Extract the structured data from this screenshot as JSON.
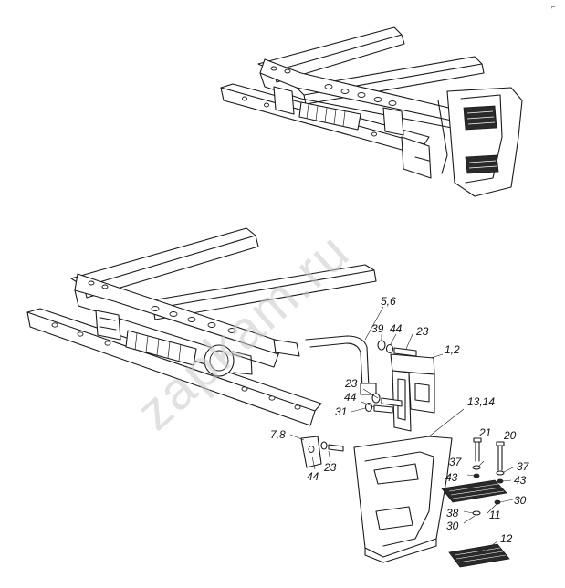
{
  "watermark": "zapkam.ru",
  "corner_mark": "⌐",
  "callouts": [
    {
      "id": "c-5-6",
      "text": "5,6"
    },
    {
      "id": "c-39",
      "text": "39"
    },
    {
      "id": "c-44a",
      "text": "44"
    },
    {
      "id": "c-23a",
      "text": "23"
    },
    {
      "id": "c-1-2",
      "text": "1,2"
    },
    {
      "id": "c-23b",
      "text": "23"
    },
    {
      "id": "c-44b",
      "text": "44"
    },
    {
      "id": "c-31",
      "text": "31"
    },
    {
      "id": "c-13-14",
      "text": "13,14"
    },
    {
      "id": "c-7-8",
      "text": "7,8"
    },
    {
      "id": "c-44c",
      "text": "44"
    },
    {
      "id": "c-23c",
      "text": "23"
    },
    {
      "id": "c-21",
      "text": "21"
    },
    {
      "id": "c-20",
      "text": "20"
    },
    {
      "id": "c-37a",
      "text": "37"
    },
    {
      "id": "c-37b",
      "text": "37"
    },
    {
      "id": "c-43a",
      "text": "43"
    },
    {
      "id": "c-43b",
      "text": "43"
    },
    {
      "id": "c-30a",
      "text": "30"
    },
    {
      "id": "c-38",
      "text": "38"
    },
    {
      "id": "c-11",
      "text": "11"
    },
    {
      "id": "c-30b",
      "text": "30"
    },
    {
      "id": "c-12",
      "text": "12"
    }
  ]
}
